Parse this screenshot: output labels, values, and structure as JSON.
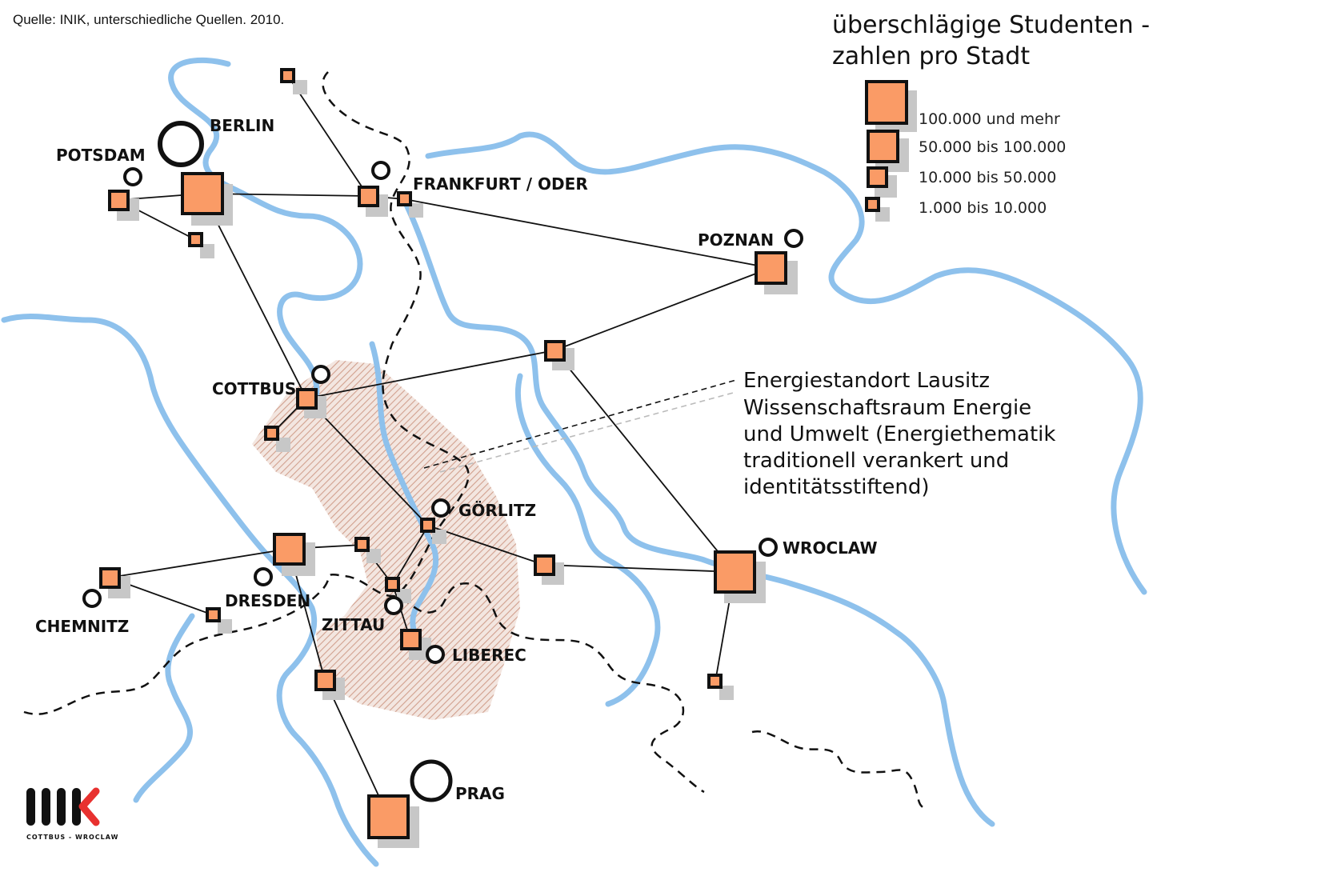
{
  "source_note": "Quelle: INIK, unterschiedliche Quellen. 2010.",
  "legend": {
    "title_line1": "überschlägige Studenten -",
    "title_line2": "zahlen pro Stadt",
    "items": [
      {
        "label": "100.000 und mehr"
      },
      {
        "label": "50.000 bis 100.000"
      },
      {
        "label": "10.000 bis 50.000"
      },
      {
        "label": "1.000 bis  10.000"
      }
    ]
  },
  "cities": {
    "berlin": "BERLIN",
    "potsdam": "POTSDAM",
    "frankfurt": "FRANKFURT / ODER",
    "poznan": "POZNAN",
    "cottbus": "COTTBUS",
    "goerlitz": "GÖRLITZ",
    "wroclaw": "WROCLAW",
    "dresden": "DRESDEN",
    "chemnitz": "CHEMNITZ",
    "zittau": "ZITTAU",
    "liberec": "LIBEREC",
    "prag": "PRAG"
  },
  "region_annotation": {
    "line1": "Energiestandort Lausitz",
    "line2": "Wissenschaftsraum Energie",
    "line3": "und Umwelt (Energiethematik",
    "line4": "traditionell verankert und",
    "line5": "identitätsstiftend)"
  },
  "logo": {
    "mark": "IIIK",
    "subtitle": "COTTBUS - WROCLAW",
    "accent_color": "#e8312f"
  },
  "colors": {
    "node_fill": "#fa9b66",
    "river": "#8ec1ec",
    "region_hatch": "#c98f7a"
  }
}
